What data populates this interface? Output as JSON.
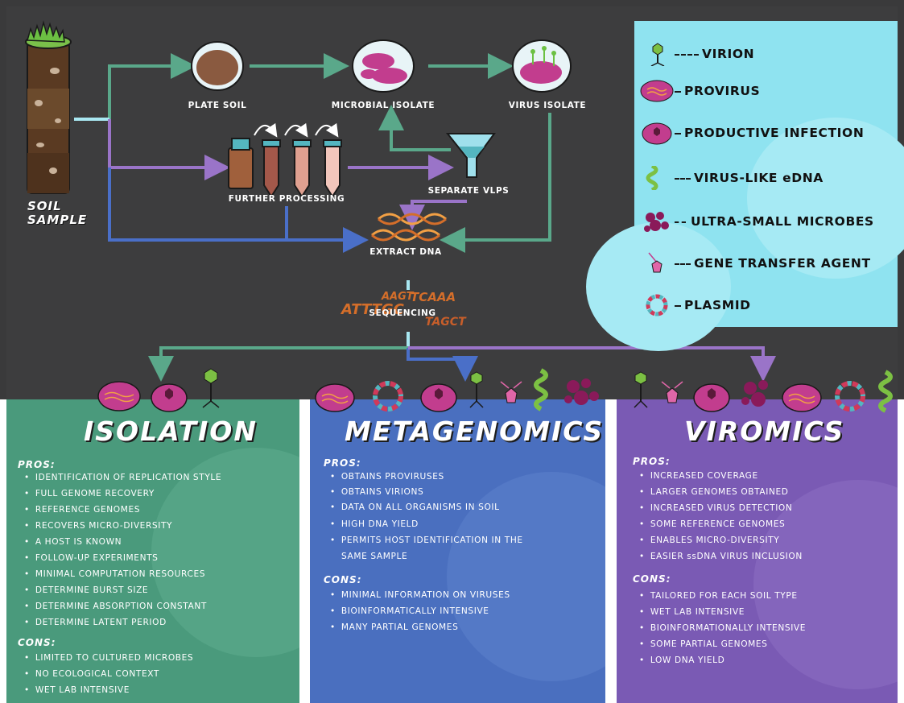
{
  "soil_sample": "SOIL SAMPLE",
  "workflow": {
    "plate_soil": "PLATE SOIL",
    "microbial_isolate": "MICROBIAL ISOLATE",
    "virus_isolate": "VIRUS ISOLATE",
    "further_processing": "FURTHER PROCESSING",
    "separate_vlps": "SEPARATE VLPS",
    "extract_dna": "EXTRACT DNA",
    "sequencing": "SEQUENCING",
    "sequence_fragments": [
      "AAGT",
      "TCAAA",
      "ATTTGC",
      "TAGCT"
    ]
  },
  "legend": [
    {
      "icon": "virion-icon",
      "label": "VIRION"
    },
    {
      "icon": "provirus-icon",
      "label": "PROVIRUS"
    },
    {
      "icon": "productive-infection-icon",
      "label": "PRODUCTIVE INFECTION"
    },
    {
      "icon": "virus-like-edna-icon",
      "label": "VIRUS-LIKE eDNA"
    },
    {
      "icon": "ultra-small-microbes-icon",
      "label": "ULTRA-SMALL MICROBES"
    },
    {
      "icon": "gene-transfer-agent-icon",
      "label": "GENE TRANSFER AGENT"
    },
    {
      "icon": "plasmid-icon",
      "label": "PLASMID"
    }
  ],
  "colors": {
    "isolation": "#4a9a7c",
    "metagenomics": "#4a6fbf",
    "viromics": "#7a5ab4",
    "legend_bg": "#8fe3f0",
    "green_arrow": "#5aa88a",
    "purple_arrow": "#9a74c8",
    "blue_arrow": "#4a6fc8"
  },
  "panels": [
    {
      "title": "ISOLATION",
      "pros_label": "PROS:",
      "pros": [
        "IDENTIFICATION OF REPLICATION STYLE",
        "FULL GENOME RECOVERY",
        "REFERENCE GENOMES",
        "RECOVERS MICRO-DIVERSITY",
        "A HOST IS KNOWN",
        "FOLLOW-UP EXPERIMENTS",
        "MINIMAL COMPUTATION RESOURCES",
        "DETERMINE BURST SIZE",
        "DETERMINE ABSORPTION CONSTANT",
        "DETERMINE LATENT PERIOD"
      ],
      "cons_label": "CONS:",
      "cons": [
        "LIMITED TO CULTURED MICROBES",
        "NO ECOLOGICAL CONTEXT",
        "WET LAB INTENSIVE"
      ]
    },
    {
      "title": "METAGENOMICS",
      "pros_label": "PROS:",
      "pros": [
        "OBTAINS PROVIRUSES",
        "OBTAINS VIRIONS",
        "DATA ON ALL ORGANISMS IN SOIL",
        "HIGH DNA YIELD",
        "PERMITS HOST IDENTIFICATION IN THE",
        "SAME SAMPLE"
      ],
      "cons_label": "CONS:",
      "cons": [
        "MINIMAL INFORMATION ON VIRUSES",
        "BIOINFORMATICALLY INTENSIVE",
        "MANY PARTIAL GENOMES"
      ]
    },
    {
      "title": "VIROMICS",
      "pros_label": "PROS:",
      "pros": [
        "INCREASED COVERAGE",
        "LARGER GENOMES OBTAINED",
        "INCREASED VIRUS DETECTION",
        "SOME REFERENCE GENOMES",
        "ENABLES MICRO-DIVERSITY",
        "EASIER ssDNA VIRUS INCLUSION"
      ],
      "cons_label": "CONS:",
      "cons": [
        "TAILORED FOR EACH SOIL TYPE",
        "WET LAB INTENSIVE",
        "BIOINFORMATIONALLY INTENSIVE",
        "SOME PARTIAL GENOMES",
        "LOW DNA YIELD"
      ]
    }
  ]
}
